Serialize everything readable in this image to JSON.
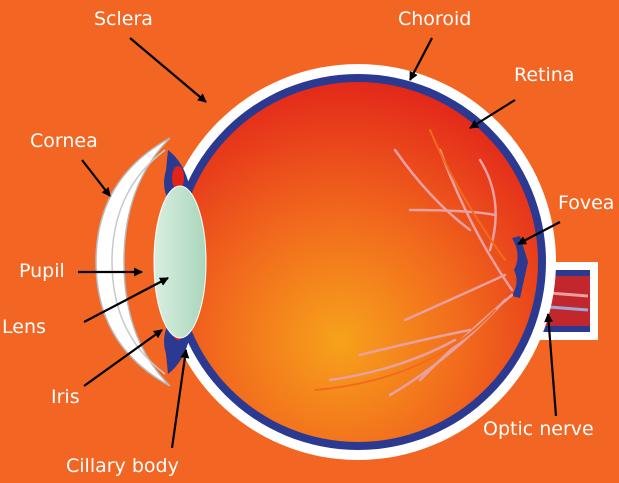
{
  "diagram": {
    "background_color": "#f26522",
    "labels": {
      "sclera": "Sclera",
      "choroid": "Choroid",
      "retina": "Retina",
      "cornea": "Cornea",
      "fovea": "Fovea",
      "pupil": "Pupil",
      "lens": "Lens",
      "iris": "Iris",
      "cillary_body": "Cillary body",
      "optic_nerve": "Optic nerve"
    },
    "colors": {
      "sclera": "#ffffff",
      "choroid": "#2b3990",
      "retina_outer": "#e2231a",
      "retina_inner": "#f7a21b",
      "lens": "#bfe3cc",
      "vessels": "#e8a0a0",
      "arrows": "#000000"
    }
  }
}
